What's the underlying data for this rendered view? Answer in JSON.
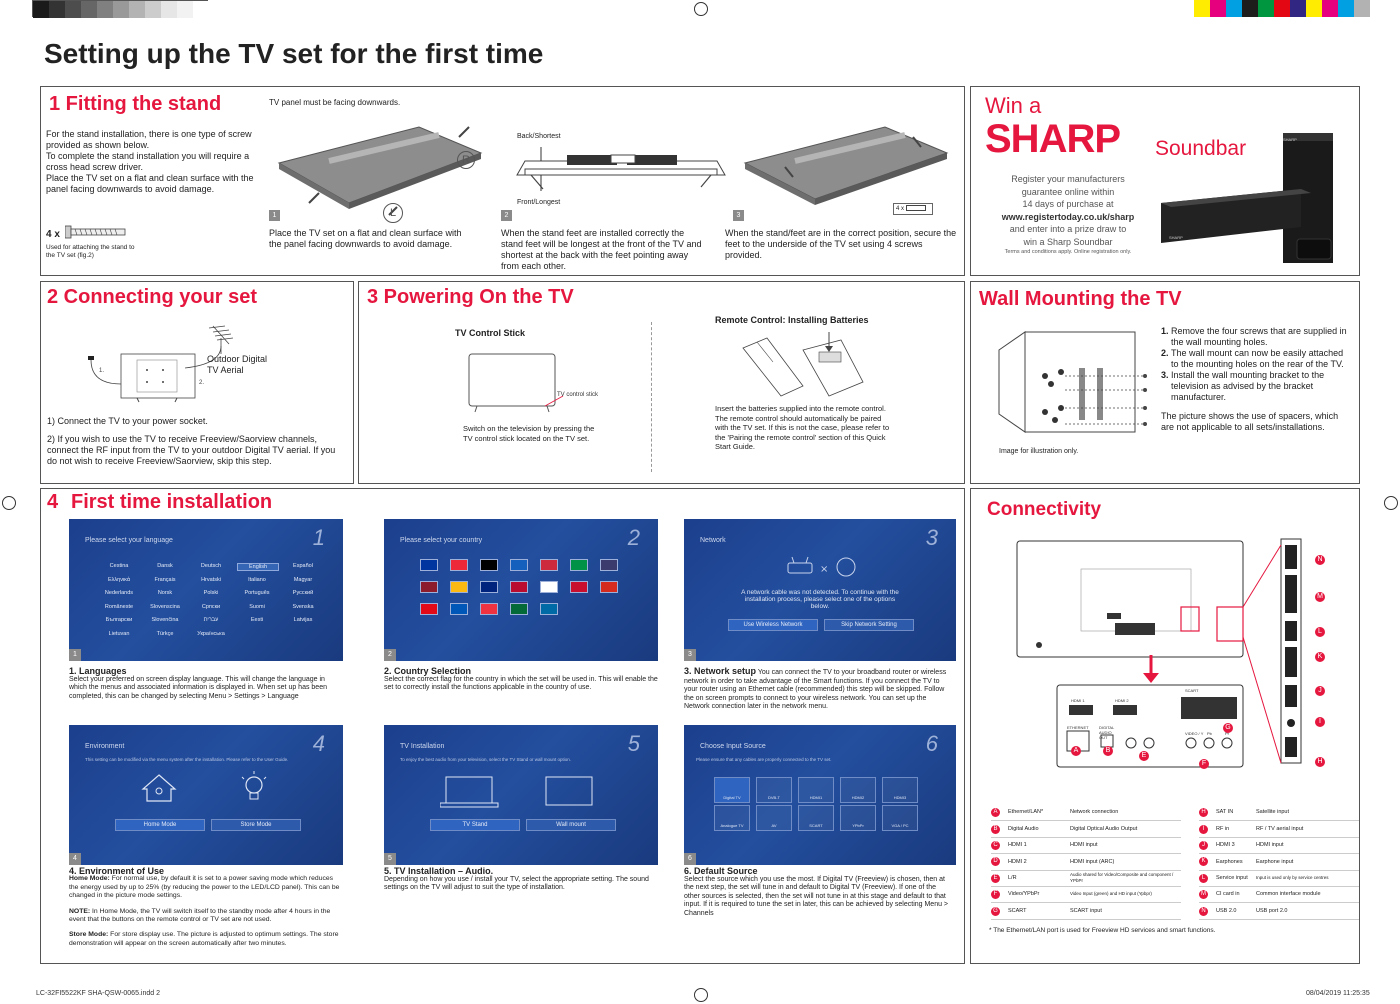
{
  "page": {
    "title": "Setting up the TV set for the first time",
    "footer_left": "LC-32FI5522KF SHA-QSW-0065.indd   2",
    "footer_right": "08/04/2019   11:25:35"
  },
  "stand": {
    "title": "1 Fitting the stand",
    "intro": "For the stand installation, there is one type of screw provided as shown below.\nTo complete the stand installation you will require a cross head screw driver.\nPlace the TV set on a flat and clean surface with the panel facing downwards to avoid damage.",
    "screw_count": "4 x",
    "screw_note": "Used for attaching the stand to the TV set (fig.2)",
    "panel_note": "TV panel must be facing downwards.",
    "label_r": "R",
    "label_l": "L",
    "back_shortest": "Back/Shortest",
    "front_longest": "Front/Longest",
    "fig3_screws": "4 x",
    "steps": [
      {
        "num": "1",
        "text": "Place the TV set on a flat and clean surface with the panel facing downwards to avoid damage."
      },
      {
        "num": "2",
        "text": "When the stand feet are installed correctly the stand feet will be longest at the front of the TV and shortest at the back with the feet pointing away from each other."
      },
      {
        "num": "3",
        "text": "When the stand/feet are in the correct position, secure the feet to the underside of the TV set using 4 screws provided."
      }
    ]
  },
  "promo": {
    "win_a": "Win a",
    "brand": "SHARP",
    "product": "Soundbar",
    "line1": "Register your manufacturers",
    "line2": "guarantee online within",
    "line3": "14 days of purchase  at",
    "url": "www.registertoday.co.uk/sharp",
    "line4": "and enter into a prize draw to",
    "line5": "win a Sharp Soundbar",
    "terms": "Terms and conditions apply. Online registration only.",
    "device_logo": "SHARP"
  },
  "connecting": {
    "title": "2 Connecting your set",
    "aerial_label": "Outdoor Digital\nTV Aerial",
    "mark1": "1.",
    "mark2": "2.",
    "p1": "1) Connect the TV to your power socket.",
    "p2": "2) If you wish to use the TV to receive Freeview/Saorview channels, connect the RF input from the TV to your outdoor Digital TV aerial. If you do not wish to receive Freeview/Saorview, skip this step."
  },
  "powering": {
    "title": "3  Powering On the TV",
    "stick_title": "TV Control Stick",
    "stick_label": "TV control stick",
    "stick_text": "Switch on the television by pressing the TV control stick located on the TV set.",
    "remote_title": "Remote Control: Installing Batteries",
    "remote_text": "Insert the batteries supplied into the remote control. The remote control should automatically be paired with the TV set. If this is not the case, please refer to the 'Pairing the remote control' section of this Quick Start Guide."
  },
  "wall": {
    "title": "Wall Mounting the TV",
    "steps": [
      {
        "num": "1.",
        "text": "Remove the four screws that are supplied in the wall mounting holes."
      },
      {
        "num": "2.",
        "text": "The wall mount can now be easily attached to the mounting holes on the rear of the TV."
      },
      {
        "num": "3.",
        "text": "Install the wall mounting bracket to the television as advised by the bracket manufacturer."
      }
    ],
    "spacers": "The picture shows the use of spacers, which are not applicable to all sets/installations.",
    "illustration_note": "Image for illustration only."
  },
  "install": {
    "num": "4",
    "title": "First time installation",
    "screens": [
      {
        "num": "1",
        "big": "1",
        "title": "Please select your language",
        "heading": "1. Languages",
        "text": "Select your preferred on screen display language.  This will change the language in which the menus and associated information is displayed in.  When set up has been completed, this can be changed by selecting Menu > Settings > Language"
      },
      {
        "num": "2",
        "big": "2",
        "title": "Please select your country",
        "heading": "2. Country Selection",
        "text": "Select the correct flag for the country in which the set will be used in. This will enable the set to correctly install the functions applicable in the country of use."
      },
      {
        "num": "3",
        "big": "3",
        "title": "Network",
        "heading": "3. Network setup",
        "text": "You can connect the TV to your broadband router or wireless network in order to take advantage of the Smart functions. If you connect the TV to your router using an Ethernet cable (recommended) this step will be skipped. Follow the on screen prompts to connect to your wireless network. You can set up the Network connection later in the network menu."
      },
      {
        "num": "4",
        "big": "4",
        "title": "Environment",
        "heading": "4. Environment of Use",
        "text": ""
      },
      {
        "num": "5",
        "big": "5",
        "title": "TV Installation",
        "heading": "5. TV Installation – Audio.",
        "text": "Depending on how you use / install your TV, select the appropriate setting. The sound settings on the TV will adjust to suit the type of installation."
      },
      {
        "num": "6",
        "big": "6",
        "title": "Choose Input Source",
        "heading": "6. Default Source",
        "text": "Select the source which you use the most. If Digital TV (Freeview) is chosen, then at the next step, the set will tune in and default to Digital TV (Freeview). If one of the other sources is selected, then the set will not tune in at this stage and default to that input. If it is required to tune the set in later, this can be achieved by selecting Menu > Channels"
      }
    ],
    "languages": [
      "Cestina",
      "Dansk",
      "Deutsch",
      "English",
      "Español",
      "Ελληνικά",
      "Français",
      "Hrvatski",
      "Italiano",
      "Magyar",
      "Nederlands",
      "Norsk",
      "Polski",
      "Português",
      "Русский",
      "Româneste",
      "Slovenscina",
      "Српски",
      "Suomi",
      "Svenska",
      "Български",
      "Slovenčina",
      "עברית",
      "Eesti",
      "Latvijas",
      "Lietuvan",
      "Türkçe",
      "Українська"
    ],
    "network_msg": "A network cable was not detected. To continue with the installation process, please select one of the options below.",
    "net_btn1": "Use Wireless Network",
    "net_btn2": "Skip Network Setting",
    "env_msg": "This setting can be modified via the menu system after the installation. Please refer to the User Guide.",
    "env_btn1": "Home Mode",
    "env_btn2": "Store Mode",
    "inst_msg": "To enjoy the best audio from your television, select the TV Stand or wall mount option.",
    "inst_btn1": "TV Stand",
    "inst_btn2": "Wall mount",
    "src_msg": "Please ensure that any cables are properly connected to the TV set.",
    "sources": [
      "Digital TV",
      "DVB-T",
      "HDMI1",
      "HDMI2",
      "HDMI3",
      "Analogue TV",
      "AV",
      "SCART",
      "YPbPr",
      "VGA / PC"
    ],
    "env_home_label": "Home Mode:",
    "env_home_text": "For normal use, by default it is set to a power saving mode which reduces the energy used by up to 25% (by reducing the power to the LED/LCD panel). This can be changed in the picture mode settings.",
    "env_note_label": "NOTE:",
    "env_note_text": "In Home Mode, the TV will switch itself to the standby mode after 4 hours in the event that the buttons on the remote control or TV set are not used.",
    "env_store_label": "Store Mode:",
    "env_store_text": "For store display use. The picture is adjusted to optimum settings. The store demonstration will appear on the screen automatically after two minutes."
  },
  "connectivity": {
    "title": "Connectivity",
    "footnote": "* The Ethernet/LAN port is used for Freeview HD services and smart functions.",
    "left": [
      {
        "id": "A",
        "name": "Ethernet/LAN*",
        "desc": "Network connection"
      },
      {
        "id": "B",
        "name": "Digital Audio",
        "desc": "Digital Optical Audio Output"
      },
      {
        "id": "C",
        "name": "HDMI 1",
        "desc": "HDMI input"
      },
      {
        "id": "D",
        "name": "HDMI 2",
        "desc": "HDMI input (ARC)"
      },
      {
        "id": "E",
        "name": "L/R",
        "desc": "Audio shared for Video/Composite and component / YPbPr"
      },
      {
        "id": "F",
        "name": "Video/YPbPr",
        "desc": "Video Input (green) and HD input (Ypbpr)"
      },
      {
        "id": "G",
        "name": "SCART",
        "desc": "SCART input"
      }
    ],
    "right": [
      {
        "id": "H",
        "name": "SAT IN",
        "desc": "Satellite  input"
      },
      {
        "id": "I",
        "name": "RF in",
        "desc": "RF / TV aerial input"
      },
      {
        "id": "J",
        "name": "HDMI 3",
        "desc": "HDMI input"
      },
      {
        "id": "K",
        "name": "Earphones",
        "desc": "Earphone input"
      },
      {
        "id": "L",
        "name": "Service input",
        "desc": "Input is used only by service centres"
      },
      {
        "id": "M",
        "name": "CI card in",
        "desc": "Common interface module"
      },
      {
        "id": "N",
        "name": "USB 2.0",
        "desc": "USB port 2.0"
      }
    ],
    "diagram_letters": [
      "N",
      "M",
      "L",
      "K",
      "J",
      "I",
      "H"
    ],
    "panel_labels": {
      "scart": "SCART",
      "hdmi1": "HDMI 1",
      "hdmi2": "HDMI 2",
      "ethernet": "ETHERNET",
      "optical": "DIGITAL AUDIO OUT",
      "video": "VIDEO / Y",
      "pb": "Pb",
      "pr": "Pr"
    }
  }
}
